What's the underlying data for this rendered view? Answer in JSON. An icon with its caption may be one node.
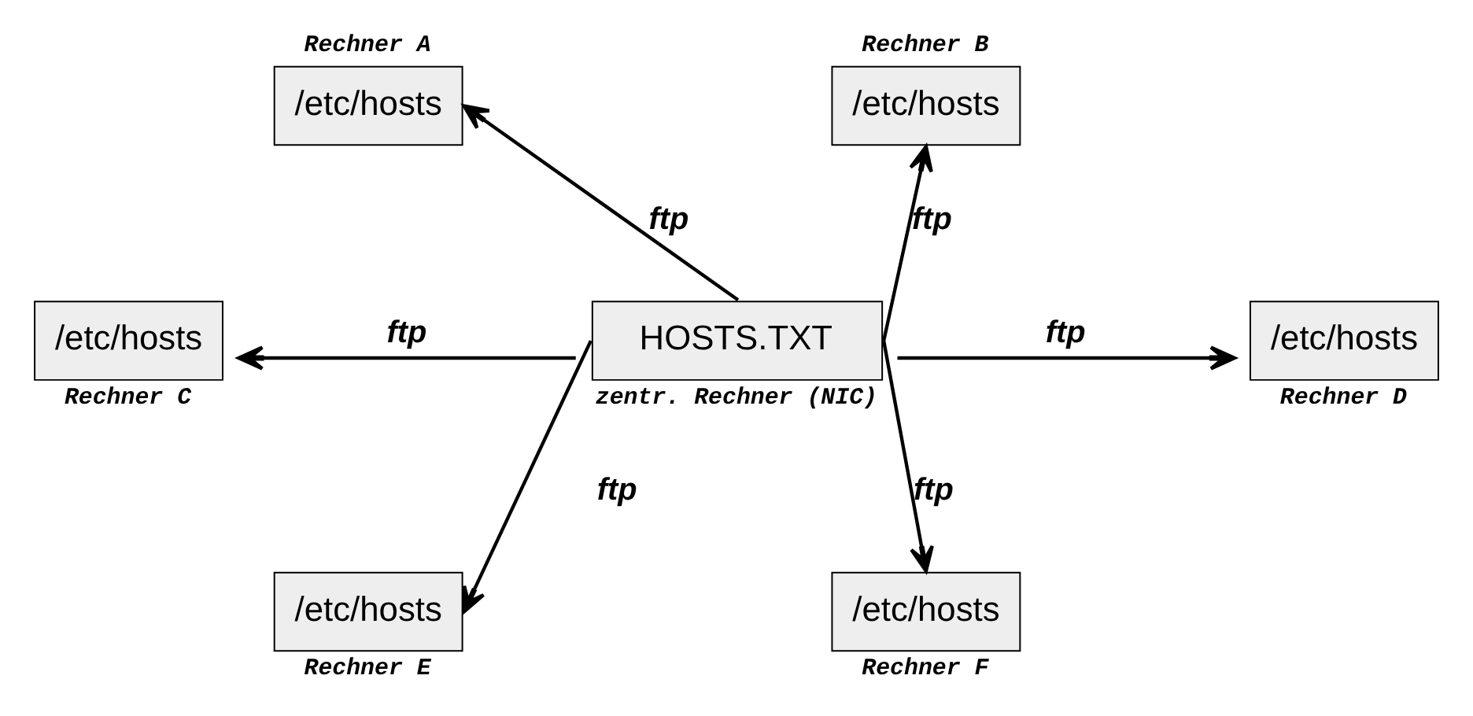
{
  "diagram": {
    "nodes": [
      {
        "text": [
          "HOSTS.TXT"
        ],
        "beside": [
          "zentr. Rechner (NIC)"
        ]
      },
      {
        "text": [
          "/etc/hosts"
        ],
        "beside": [
          "Rechner A"
        ]
      },
      {
        "text": [
          "/etc/hosts"
        ],
        "beside": [
          "Rechner B"
        ]
      },
      {
        "text": [
          "/etc/hosts"
        ],
        "beside": [
          "Rechner C"
        ]
      },
      {
        "text": [
          "/etc/hosts"
        ],
        "beside": [
          "Rechner D"
        ]
      },
      {
        "text": [
          "/etc/hosts"
        ],
        "beside": [
          "Rechner E"
        ]
      },
      {
        "text": [
          "/etc/hosts"
        ],
        "beside": [
          "Rechner F"
        ]
      }
    ],
    "edges": [
      {
        "from": 0,
        "to": 1,
        "arrow": "to",
        "label": "ftp"
      },
      {
        "from": 0,
        "to": 2,
        "arrow": "to",
        "label": "ftp"
      },
      {
        "from": 0,
        "to": 3,
        "arrow": "to",
        "label": "ftp"
      },
      {
        "from": 0,
        "to": 4,
        "arrow": "to",
        "label": "ftp"
      },
      {
        "from": 0,
        "to": 5,
        "arrow": "to",
        "label": "ftp"
      },
      {
        "from": 0,
        "to": 6,
        "arrow": "to",
        "label": "ftp"
      }
    ]
  }
}
